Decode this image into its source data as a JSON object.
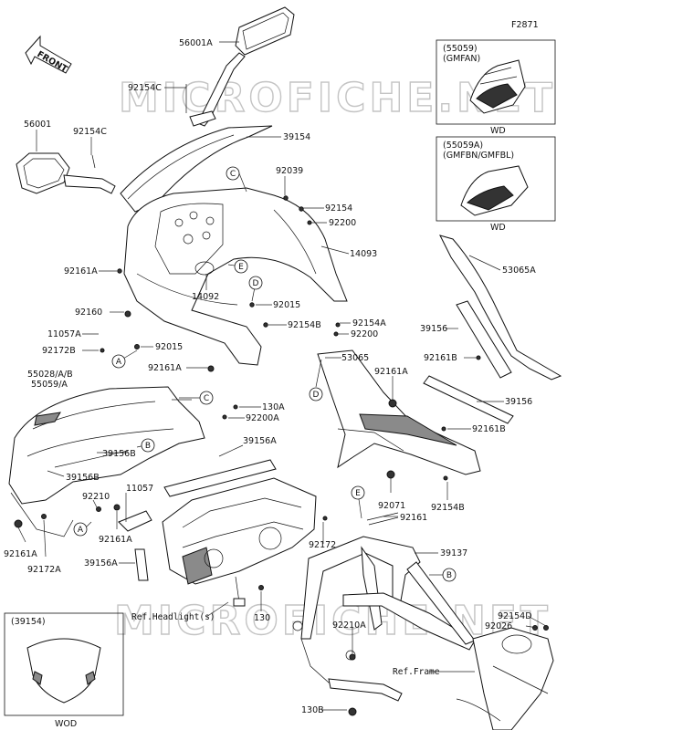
{
  "figure_code": "F2871",
  "front_label": "FRONT",
  "watermark_top": "MICROFICHE.NET",
  "watermark_bottom": "MICROFICHE.NET",
  "inset_top": {
    "line1": "(55059)",
    "line2": "(GMFAN)",
    "caption": "WD"
  },
  "inset_mid": {
    "line1": "(55059A)",
    "line2": "(GMFBN/GMFBL)",
    "caption": "WD"
  },
  "inset_bottom": {
    "line1": "(39154)",
    "caption": "WOD"
  },
  "ref_headlight": "Ref.Headlight(s)",
  "ref_frame": "Ref.Frame",
  "callouts": {
    "A": "A",
    "B": "B",
    "C": "C",
    "D": "D",
    "E": "E"
  },
  "parts": {
    "p56001A": "56001A",
    "p92154C_a": "92154C",
    "p56001": "56001",
    "p92154C_b": "92154C",
    "p39154": "39154",
    "p92039": "92039",
    "p92154": "92154",
    "p92200": "92200",
    "p14093": "14093",
    "p92161A_a": "92161A",
    "p14092": "14092",
    "p92015_a": "92015",
    "p92160": "92160",
    "p92154B_a": "92154B",
    "p92154A": "92154A",
    "p11057A": "11057A",
    "p92200_b": "92200",
    "p92172B": "92172B",
    "p92015_b": "92015",
    "p92161A_b": "92161A",
    "p53065A": "53065A",
    "p39156_a": "39156",
    "p92161B_a": "92161B",
    "p53065": "53065",
    "p92161A_c": "92161A",
    "p55028": "55028/A/B",
    "p55059A": "55059/A",
    "p130A": "130A",
    "p92200A": "92200A",
    "p39156_b": "39156",
    "p92161B_b": "92161B",
    "p39156B_a": "39156B",
    "p39156A_a": "39156A",
    "p39156B_b": "39156B",
    "p92210": "92210",
    "p11057": "11057",
    "p92071": "92071",
    "p92154B_b": "92154B",
    "p92161": "92161",
    "p92161A_d": "92161A",
    "p92172A": "92172A",
    "p92161A_e": "92161A",
    "p92172": "92172",
    "p39137": "39137",
    "p39156A_b": "39156A",
    "p130": "130",
    "p92154D": "92154D",
    "p92026": "92026",
    "p92210A": "92210A",
    "p130B": "130B"
  }
}
